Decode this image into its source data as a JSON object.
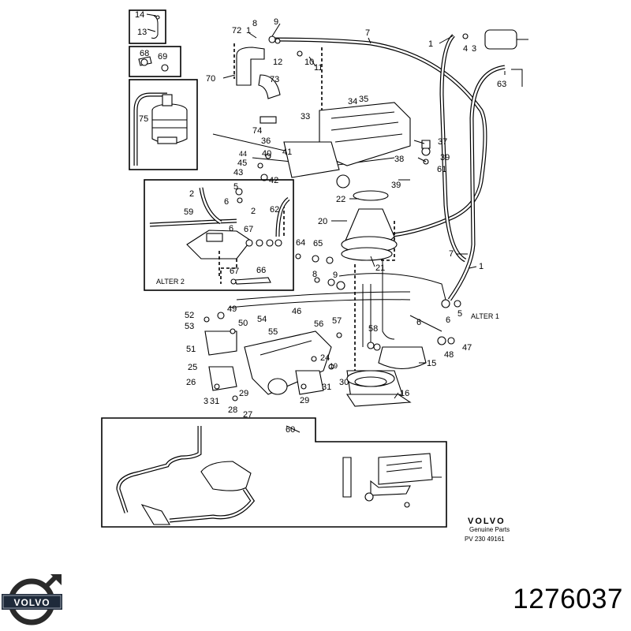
{
  "figure": {
    "callouts": {
      "c14": "14",
      "c13": "13",
      "c68": "68",
      "c69": "69",
      "c75": "75",
      "c72": "72",
      "c1a": "1",
      "c8a": "8",
      "c9a": "9",
      "c7a": "7",
      "c1b": "1",
      "c4": "4",
      "c3a": "3",
      "c70": "70",
      "c73": "73",
      "c12": "12",
      "c10": "10",
      "c11": "11",
      "c63": "63",
      "c34": "34",
      "c35": "35",
      "c74": "74",
      "c36": "36",
      "c33": "33",
      "c44": "44",
      "c45": "45",
      "c43": "43",
      "c40": "40",
      "c41": "41",
      "c42": "42",
      "c37": "37",
      "c38": "38",
      "c39": "39",
      "c61": "61",
      "c39b": "39",
      "c22": "22",
      "c5a": "5",
      "c2a": "2",
      "c6a": "6",
      "c59": "59",
      "c2b": "2",
      "c62": "62",
      "c6b": "6",
      "c67a": "67",
      "c20": "20",
      "c64": "64",
      "c65": "65",
      "c7b": "7",
      "c1c": "1",
      "c67b": "67",
      "c66": "66",
      "c21": "21",
      "c8b": "8",
      "c9b": "9",
      "c49": "49",
      "c46": "46",
      "c52": "52",
      "c53": "53",
      "c50": "50",
      "c54": "54",
      "c55": "55",
      "c56": "56",
      "c57": "57",
      "c51": "51",
      "c58": "58",
      "c6c": "6",
      "c6d": "6",
      "c5b": "5",
      "c47": "47",
      "c48": "48",
      "c15": "15",
      "c25": "25",
      "c24": "24",
      "c19": "19",
      "c26": "26",
      "c29a": "29",
      "c31a": "31",
      "c30": "30",
      "c16": "16",
      "c3b": "3",
      "c31b": "31",
      "c28": "28",
      "c27": "27",
      "c29b": "29",
      "c60": "60"
    },
    "alter2_label": "ALTER 2",
    "alter1_label": "ALTER 1",
    "brand_name": "VOLVO",
    "genuine_parts_label": "Genuine Parts",
    "drawing_ref": "PV 230 49161"
  },
  "logo": {
    "brand": "VOLVO"
  },
  "part_number": "1276037"
}
